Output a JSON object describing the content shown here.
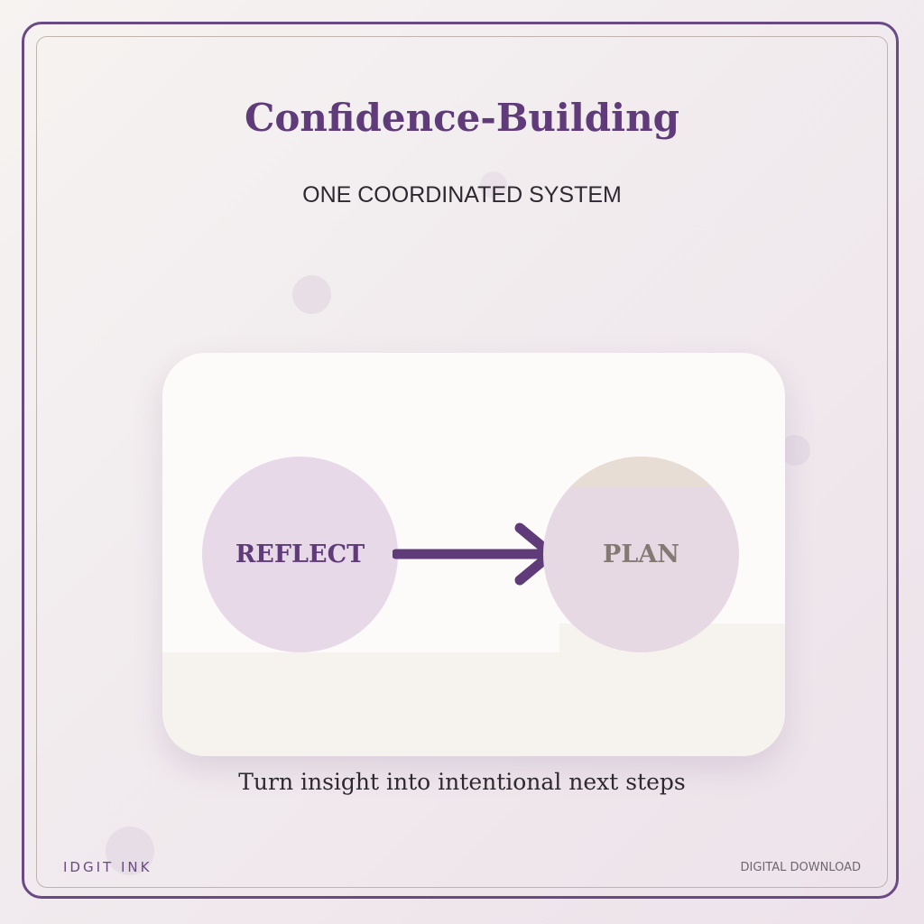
{
  "header": {
    "title": "Confidence-Building",
    "subtitle": "ONE COORDINATED SYSTEM"
  },
  "flow": {
    "from_label": "REFLECT",
    "to_label": "PLAN",
    "arrow_icon": "right-arrow-icon"
  },
  "caption": "Turn insight into intentional next steps",
  "footer": {
    "brand": "IDGIT INK",
    "tag": "DIGITAL DOWNLOAD"
  },
  "colors": {
    "accent": "#5f3b7a",
    "reflect_fill": "#e7d9e8",
    "plan_fill": "#e6d9e3",
    "plan_text": "#857a73",
    "card": "#fcfbfa"
  }
}
